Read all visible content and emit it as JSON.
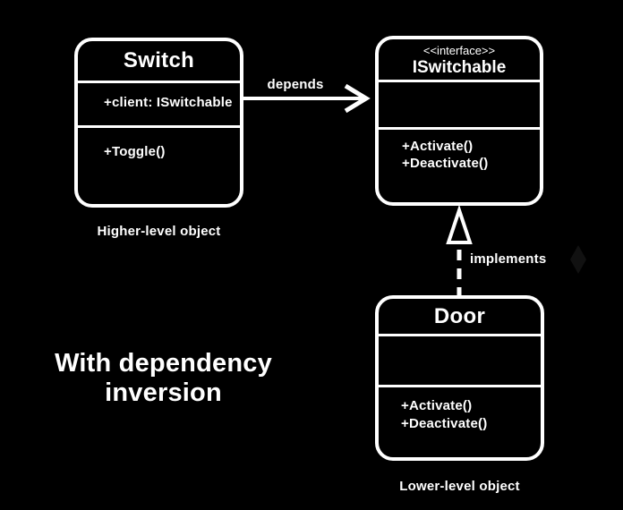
{
  "colors": {
    "background": "#000000",
    "foreground": "#ffffff",
    "watermark": "#111111"
  },
  "heading": {
    "line1": "With dependency",
    "line2": "inversion"
  },
  "classes": {
    "switch": {
      "title": "Switch",
      "attributes": [
        "+client: ISwitchable"
      ],
      "methods": [
        "+Toggle()"
      ],
      "caption": "Higher-level object"
    },
    "iswitchable": {
      "stereotype": "<<interface>>",
      "title": "ISwitchable",
      "attributes": [],
      "methods": [
        "+Activate()",
        "+Deactivate()"
      ]
    },
    "door": {
      "title": "Door",
      "attributes": [],
      "methods": [
        "+Activate()",
        "+Deactivate()"
      ],
      "caption": "Lower-level object"
    }
  },
  "relations": {
    "depends": {
      "label": "depends",
      "style": "solid-open-arrow"
    },
    "implements": {
      "label": "implements",
      "style": "dashed-hollow-triangle"
    }
  }
}
